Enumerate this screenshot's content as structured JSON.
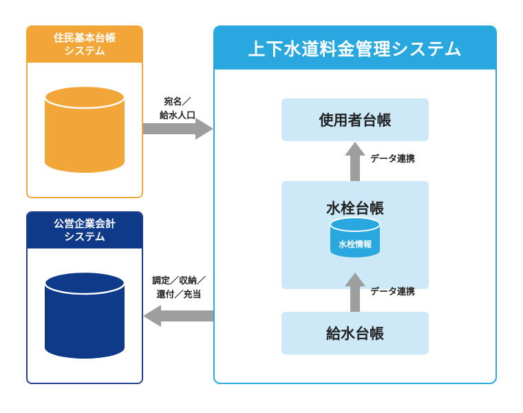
{
  "jyumin_system": {
    "line1": "住民基本台帳",
    "line2": "システム"
  },
  "koei_system": {
    "line1": "公営企業会計",
    "line2": "システム"
  },
  "water_system": {
    "title": "上下水道料金管理システム"
  },
  "ledgers": {
    "user": "使用者台帳",
    "hydrant": "水栓台帳",
    "hydrant_db": "水栓情報",
    "supply": "給水台帳"
  },
  "arrows": {
    "atena_line1": "宛名／",
    "atena_line2": "給水人口",
    "chotei_line1": "調定／収納／",
    "chotei_line2": "還付／充当",
    "renkei_upper": "データ連携",
    "renkei_lower": "データ連携"
  },
  "colors": {
    "orange": "#f2a637",
    "navy": "#0f3a8a",
    "sky": "#29a8e0",
    "light_sky": "#cde9f7",
    "arrow_gray": "#9e9e9e"
  }
}
